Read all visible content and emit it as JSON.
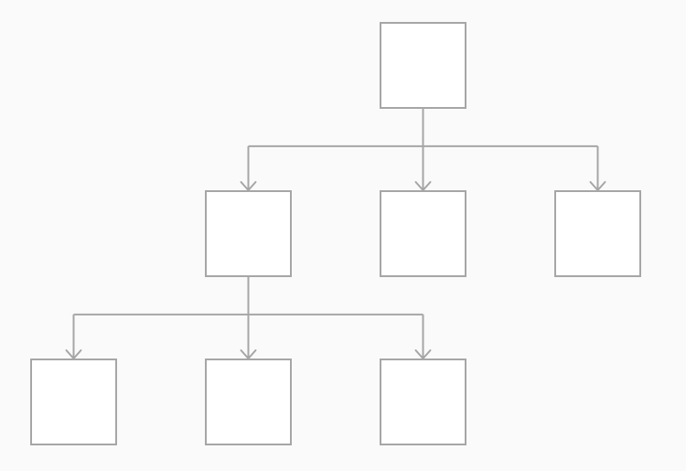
{
  "diagram": {
    "type": "tree",
    "colors": {
      "background": "#fafafa",
      "node_fill": "#ffffff",
      "node_stroke": "#a6a6a6",
      "connector": "#a6a6a6"
    },
    "nodes": [
      {
        "id": "root",
        "label": ""
      },
      {
        "id": "child-1",
        "label": ""
      },
      {
        "id": "child-2",
        "label": ""
      },
      {
        "id": "child-3",
        "label": ""
      },
      {
        "id": "grandchild-1",
        "label": ""
      },
      {
        "id": "grandchild-2",
        "label": ""
      },
      {
        "id": "grandchild-3",
        "label": ""
      }
    ],
    "edges": [
      {
        "from": "root",
        "to": "child-1"
      },
      {
        "from": "root",
        "to": "child-2"
      },
      {
        "from": "root",
        "to": "child-3"
      },
      {
        "from": "child-1",
        "to": "grandchild-1"
      },
      {
        "from": "child-1",
        "to": "grandchild-2"
      },
      {
        "from": "child-1",
        "to": "grandchild-3"
      }
    ]
  }
}
